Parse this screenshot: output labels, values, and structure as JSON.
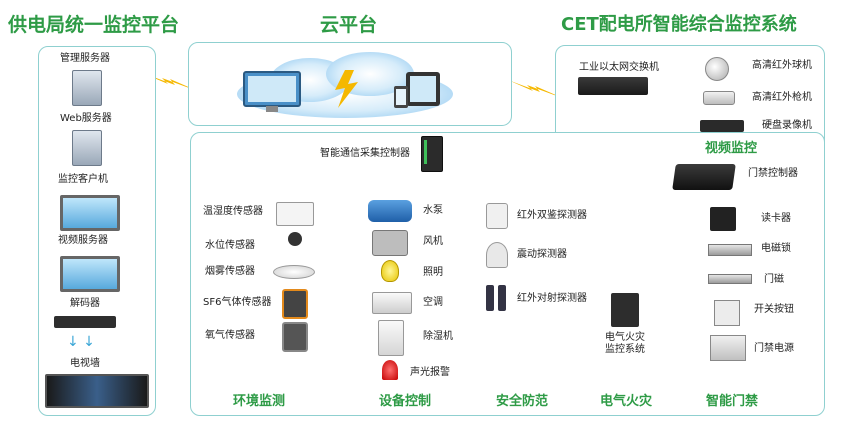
{
  "titles": {
    "left": "供电局统一监控平台",
    "cloud": "云平台",
    "right": "CET配电所智能综合监控系统"
  },
  "left_panel": {
    "items": [
      "管理服务器",
      "Web服务器",
      "监控客户机",
      "视频服务器",
      "解码器",
      "电视墙"
    ]
  },
  "gateway": {
    "controller": "智能通信采集控制器",
    "switch": "工业以太网交换机"
  },
  "environment": {
    "items": [
      "温湿度传感器",
      "水位传感器",
      "烟雾传感器",
      "SF6气体传感器",
      "氧气传感器"
    ],
    "category": "环境监测"
  },
  "equipment": {
    "items": [
      "水泵",
      "风机",
      "照明",
      "空调",
      "除湿机",
      "声光报警"
    ],
    "category": "设备控制"
  },
  "security": {
    "items": [
      "红外双鉴探测器",
      "震动探测器",
      "红外对射探测器"
    ],
    "category": "安全防范"
  },
  "fire": {
    "device": "电气火灾\n监控系统",
    "category": "电气火灾"
  },
  "video": {
    "items": [
      "高清红外球机",
      "高清红外枪机",
      "硬盘录像机"
    ],
    "category": "视频监控"
  },
  "access": {
    "controller": "门禁控制器",
    "items": [
      "读卡器",
      "电磁锁",
      "门磁",
      "开关按钮",
      "门禁电源"
    ],
    "category": "智能门禁"
  },
  "colors": {
    "title_green": "#2e9b46",
    "blue_wire": "#3aa6d6",
    "orange_wire": "#e5734a",
    "panel_border": "#8fd0d0"
  }
}
